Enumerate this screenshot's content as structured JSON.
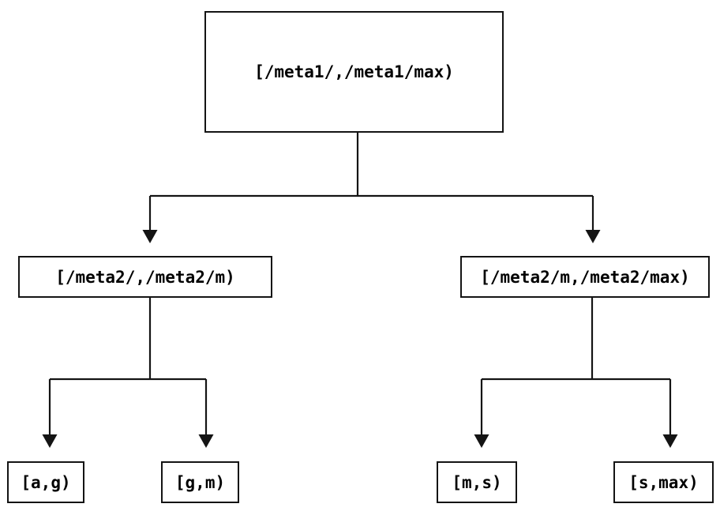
{
  "tree": {
    "root": {
      "label": "[/meta1/,/meta1/max)"
    },
    "children": [
      {
        "label": "[/meta2/,/meta2/m)",
        "children": [
          {
            "label": "[a,g)"
          },
          {
            "label": "[g,m)"
          }
        ]
      },
      {
        "label": "[/meta2/m,/meta2/max)",
        "children": [
          {
            "label": "[m,s)"
          },
          {
            "label": "[s,max)"
          }
        ]
      }
    ]
  },
  "colors": {
    "line": "#141414",
    "box_border": "#141414",
    "text": "#000000",
    "background": "#ffffff"
  }
}
